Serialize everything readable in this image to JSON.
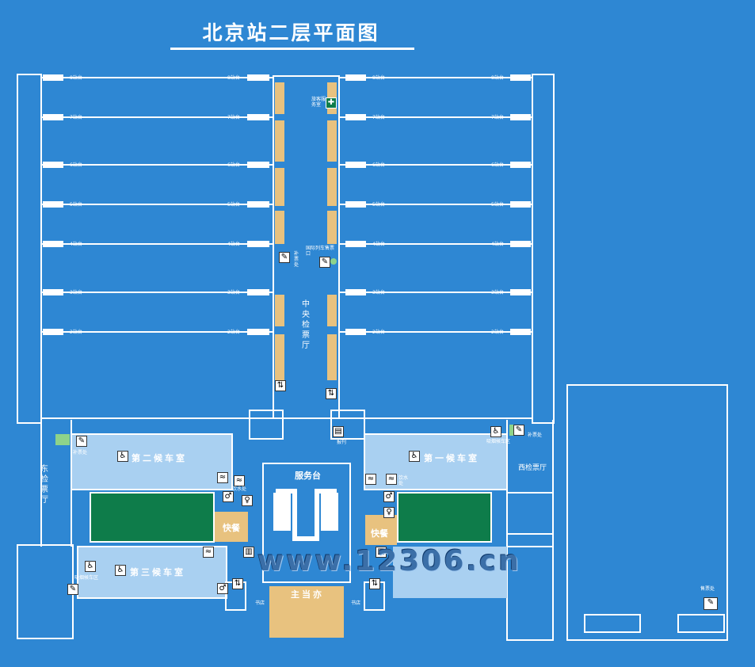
{
  "title": "北京站二层平面图",
  "platforms": {
    "labels": [
      "8站台",
      "7站台",
      "6站台",
      "5站台",
      "4站台",
      "3站台",
      "2站台"
    ],
    "west_labels": [
      "8站台",
      "7站台",
      "6站台",
      "5站台",
      "4站台",
      "3站台",
      "2站台"
    ]
  },
  "central_hall": "中央检票厅",
  "service_desk": "服务台",
  "waiting_rooms": {
    "second": "第二候车室",
    "first": "第一候车室",
    "third": "第三候车室"
  },
  "fast_food": "快餐",
  "east_ticket_hall": "东检票厅",
  "west_ticket_hall": "西检票厅",
  "ticket_office": "售票处",
  "main_entrance": "主当亦",
  "small_labels": {
    "passenger_service": "旅客服务室",
    "fare_adjust": "补票处",
    "intl_train_window": "国际列车售票口",
    "fare_adjust_west": "补票处",
    "water_room": "饮水处",
    "water_room_west": "饮水处",
    "report": "报刊",
    "waiting_area": "吸烟候车区",
    "bookstore": "书店",
    "reserved": "吸烟候车区",
    "temp": "补票处"
  },
  "icons": {
    "first_aid": "first-aid-icon",
    "escalator": "escalator-icon",
    "restroom": "restroom-icon",
    "ticket": "ticket-icon",
    "water": "water-icon",
    "wheelchair": "wheelchair-icon"
  },
  "watermark": "www.12306.cn",
  "colors": {
    "background": "#2e87d3",
    "waiting_room": "#a9d0f1",
    "fast_food": "#e8c27f",
    "concourse_strip": "#e8c27f",
    "green_area": "#0e7c4a",
    "walls": "#ffffff"
  }
}
